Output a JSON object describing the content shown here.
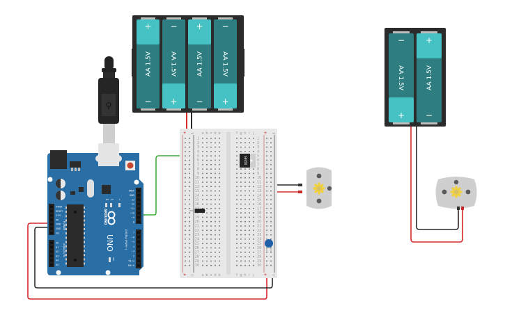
{
  "canvas": {
    "background": "#ffffff"
  },
  "colors": {
    "wire_red": "#d42a2a",
    "wire_black": "#2a2a2a",
    "wire_green": "#3aae3a",
    "battery_dark": "#2e7d80",
    "battery_light": "#46c2c4",
    "holder": "#2b2b2b",
    "arduino_blue": "#2a6ea6",
    "breadboard": "#e8e8e8",
    "motor_body": "#cfcfcf",
    "motor_gear": "#f0d040",
    "capacitor": "#1f5fa8"
  },
  "battery_pack_4": {
    "cells": [
      {
        "label": "AA 1.5V",
        "top_terminal": "+",
        "bottom_terminal": "−"
      },
      {
        "label": "AA 1.5V",
        "top_terminal": "−",
        "bottom_terminal": "+"
      },
      {
        "label": "AA 1.5V",
        "top_terminal": "+",
        "bottom_terminal": "−"
      },
      {
        "label": "AA 1.5V",
        "top_terminal": "−",
        "bottom_terminal": "+"
      }
    ]
  },
  "battery_pack_2": {
    "cells": [
      {
        "label": "AA 1.5V",
        "top_terminal": "−",
        "bottom_terminal": "+"
      },
      {
        "label": "AA 1.5V",
        "top_terminal": "+",
        "bottom_terminal": "−"
      }
    ]
  },
  "arduino": {
    "brand": "ARDUINO",
    "model": "UNO",
    "power_header_label": "POWER",
    "analog_header_label": "ANALOG IN",
    "digital_header_label": "DIGITAL (PWM~)",
    "power_pins": [
      "IOREF",
      "RESET",
      "3.3V",
      "5V",
      "GND",
      "GND",
      "Vin"
    ],
    "analog_pins": [
      "A0",
      "A1",
      "A2",
      "A3",
      "A4",
      "A5"
    ],
    "digital_pins_upper": [
      "AREF",
      "GND",
      "13",
      "12",
      "~11",
      "~10",
      "~9",
      "8"
    ],
    "digital_pins_lower": [
      "7",
      "~6",
      "~5",
      "4",
      "~3",
      "2",
      "TX→1",
      "RX←0"
    ],
    "led_labels": [
      "RX",
      "TX",
      "L"
    ],
    "on_label": "ON"
  },
  "breadboard": {
    "columns_left": [
      "a",
      "b",
      "c",
      "d",
      "e"
    ],
    "columns_right": [
      "f",
      "g",
      "h",
      "i",
      "j"
    ],
    "rows": 30,
    "rail_plus": "+",
    "rail_minus": "−"
  },
  "components": {
    "transistor_label": "S8050",
    "usb_cable": "usb-b-cable",
    "motor_1": "dc-motor",
    "motor_2": "dc-motor",
    "diode": "diode",
    "capacitor": "ceramic-capacitor"
  }
}
